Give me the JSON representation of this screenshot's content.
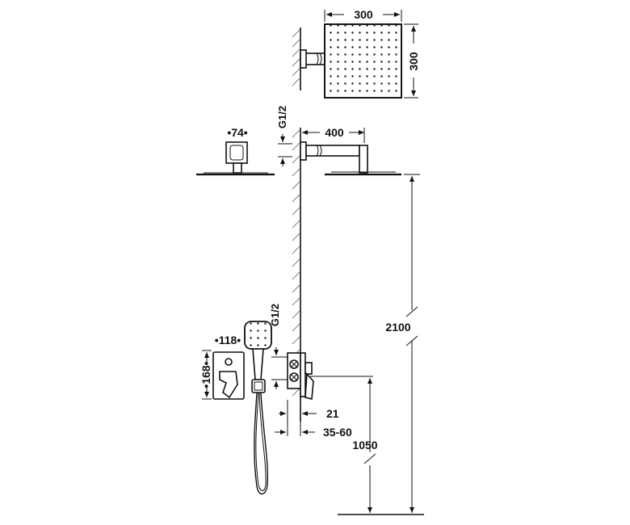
{
  "dimensions": {
    "head_width": "300",
    "head_height": "300",
    "arm_length": "400",
    "thread_top": "G1/2",
    "thread_bottom": "G1/2",
    "cover_top_width": "•74•",
    "mixer_width": "•118•",
    "mixer_height": "•168•",
    "head_height_floor": "2100",
    "mixer_height_floor": "1050",
    "wall_plate_depth": "21",
    "install_depth": "35-60"
  }
}
